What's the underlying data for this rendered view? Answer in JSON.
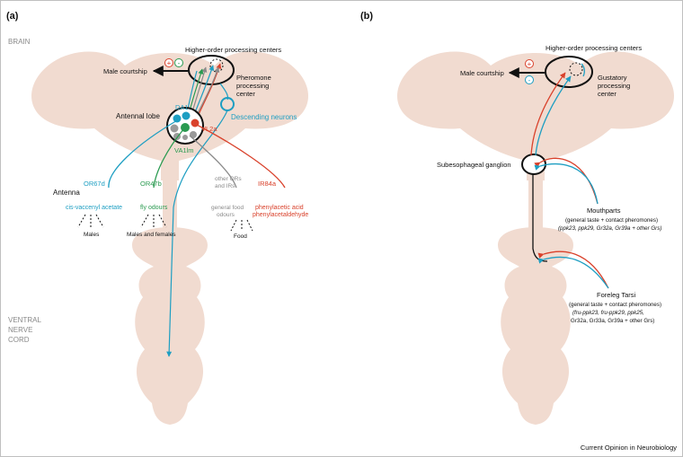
{
  "colors": {
    "body": "#f1dbd0",
    "cyan": "#1d9ec2",
    "green": "#2a9a50",
    "red": "#d9412b",
    "grey": "#8a8a8a",
    "black": "#111111"
  },
  "panel_a": {
    "label": "(a)",
    "brain": "BRAIN",
    "higher_order": "Higher-order processing centers",
    "male_courtship": "Male courtship",
    "plus": "+",
    "minus": "-",
    "pheromone_center": [
      "Pheromone",
      "processing",
      "center"
    ],
    "antennal_lobe": "Antennal lobe",
    "descending_neurons": "Descending neurons",
    "glomeruli": {
      "da1": "DA1",
      "vl2a": "VL2a",
      "va1lm": "VA1lm"
    },
    "antenna": "Antenna",
    "receptors": {
      "or67d": "OR67d",
      "or47b": "OR47b",
      "other": [
        "other ORs",
        "and IRs"
      ],
      "ir84a": "IR84a"
    },
    "stimuli": {
      "cva": "cis-vaccenyl acetate",
      "fly_odours": "fly  odours",
      "food_odours": [
        "general food",
        "odours"
      ],
      "phenyl": [
        "phenylacetic acid",
        "phenylacetaldehyde"
      ]
    },
    "sources": {
      "males": "Males",
      "males_females": "Males and females",
      "food": "Food"
    },
    "vnc": [
      "VENTRAL",
      "NERVE",
      "CORD"
    ]
  },
  "panel_b": {
    "label": "(b)",
    "higher_order": "Higher-order processing centers",
    "male_courtship": "Male courtship",
    "plus": "+",
    "minus": "-",
    "gustatory_center": [
      "Gustatory",
      "processing",
      "center"
    ],
    "subesophageal": "Subesophageal ganglion",
    "mouthparts": {
      "title": "Mouthparts",
      "line1": "(general taste + contact pheromones)",
      "line2": "(ppk23, ppk29, Gr32a, Gr39a + other Grs)"
    },
    "foreleg": {
      "title": "Foreleg Tarsi",
      "line1": "(general taste + contact pheromones)",
      "line2": "(fru-ppk23, fru-ppk29, ppk25,",
      "line3": "Gr32a, Gr33a, Gr39a + other Grs)"
    }
  },
  "credit": "Current Opinion in Neurobiology"
}
